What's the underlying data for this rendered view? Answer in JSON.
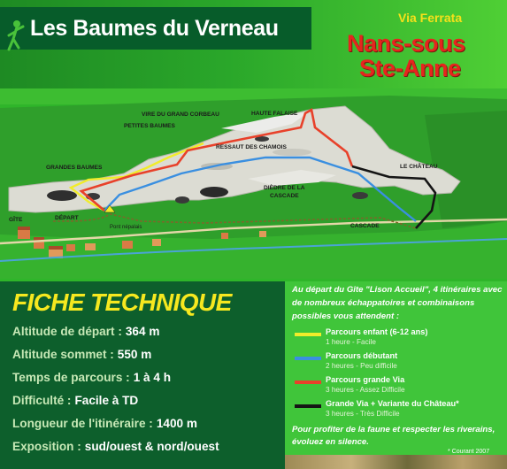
{
  "header": {
    "title": "Les Baumes du Verneau",
    "via_ferrata": "Via Ferrata",
    "location_line1": "Nans-sous",
    "location_line2": "Ste-Anne"
  },
  "map": {
    "labels": {
      "haute_falaise": "HAUTE FALAISE",
      "vire_grand_corbeau": "VIRE DU GRAND CORBEAU",
      "petites_baumes": "PETITES BAUMES",
      "ressaut_chamois": "RESSAUT DES CHAMOIS",
      "grandes_baumes": "GRANDES BAUMES",
      "le_chateau": "LE CHÂTEAU",
      "diedre_line1": "DIÈDRE DE LA",
      "diedre_line2": "CASCADE",
      "depart": "DÉPART",
      "gite": "GÎTE",
      "pont_nepalais": "Pont népalais",
      "cascade": "CASCADE"
    },
    "route_colors": {
      "enfant": "#f1ec2a",
      "debutant": "#3a8fe0",
      "grande_via": "#e8412a",
      "variante": "#151515"
    }
  },
  "fiche": {
    "title": "FICHE TECHNIQUE",
    "specs": [
      {
        "label": "Altitude de départ :",
        "value": "364 m"
      },
      {
        "label": "Altitude sommet :",
        "value": "550 m"
      },
      {
        "label": "Temps de parcours :",
        "value": "1 à 4 h"
      },
      {
        "label": "Difficulté :",
        "value": "Facile à TD"
      },
      {
        "label": "Longueur de l'itinéraire :",
        "value": "1400 m"
      },
      {
        "label": "Exposition :",
        "value": "sud/ouest & nord/ouest"
      }
    ]
  },
  "legend": {
    "intro": "Au départ du Gîte \"Lison Accueil\", 4 itinéraires avec de nombreux échappatoires et combinaisons possibles vous attendent :",
    "items": [
      {
        "name": "Parcours enfant (6-12 ans)",
        "desc": "1 heure - Facile",
        "color": "#f1ec2a"
      },
      {
        "name": "Parcours débutant",
        "desc": "2 heures - Peu difficile",
        "color": "#3a8fe0"
      },
      {
        "name": "Parcours grande Via",
        "desc": "3 heures - Assez Difficile",
        "color": "#e8412a"
      },
      {
        "name": "Grande Via + Variante du Château*",
        "desc": "3 heures - Très Difficile",
        "color": "#151515"
      }
    ],
    "footer": "Pour profiter de la faune et respecter les riverains, évoluez en silence.",
    "note": "* Courant 2007"
  }
}
